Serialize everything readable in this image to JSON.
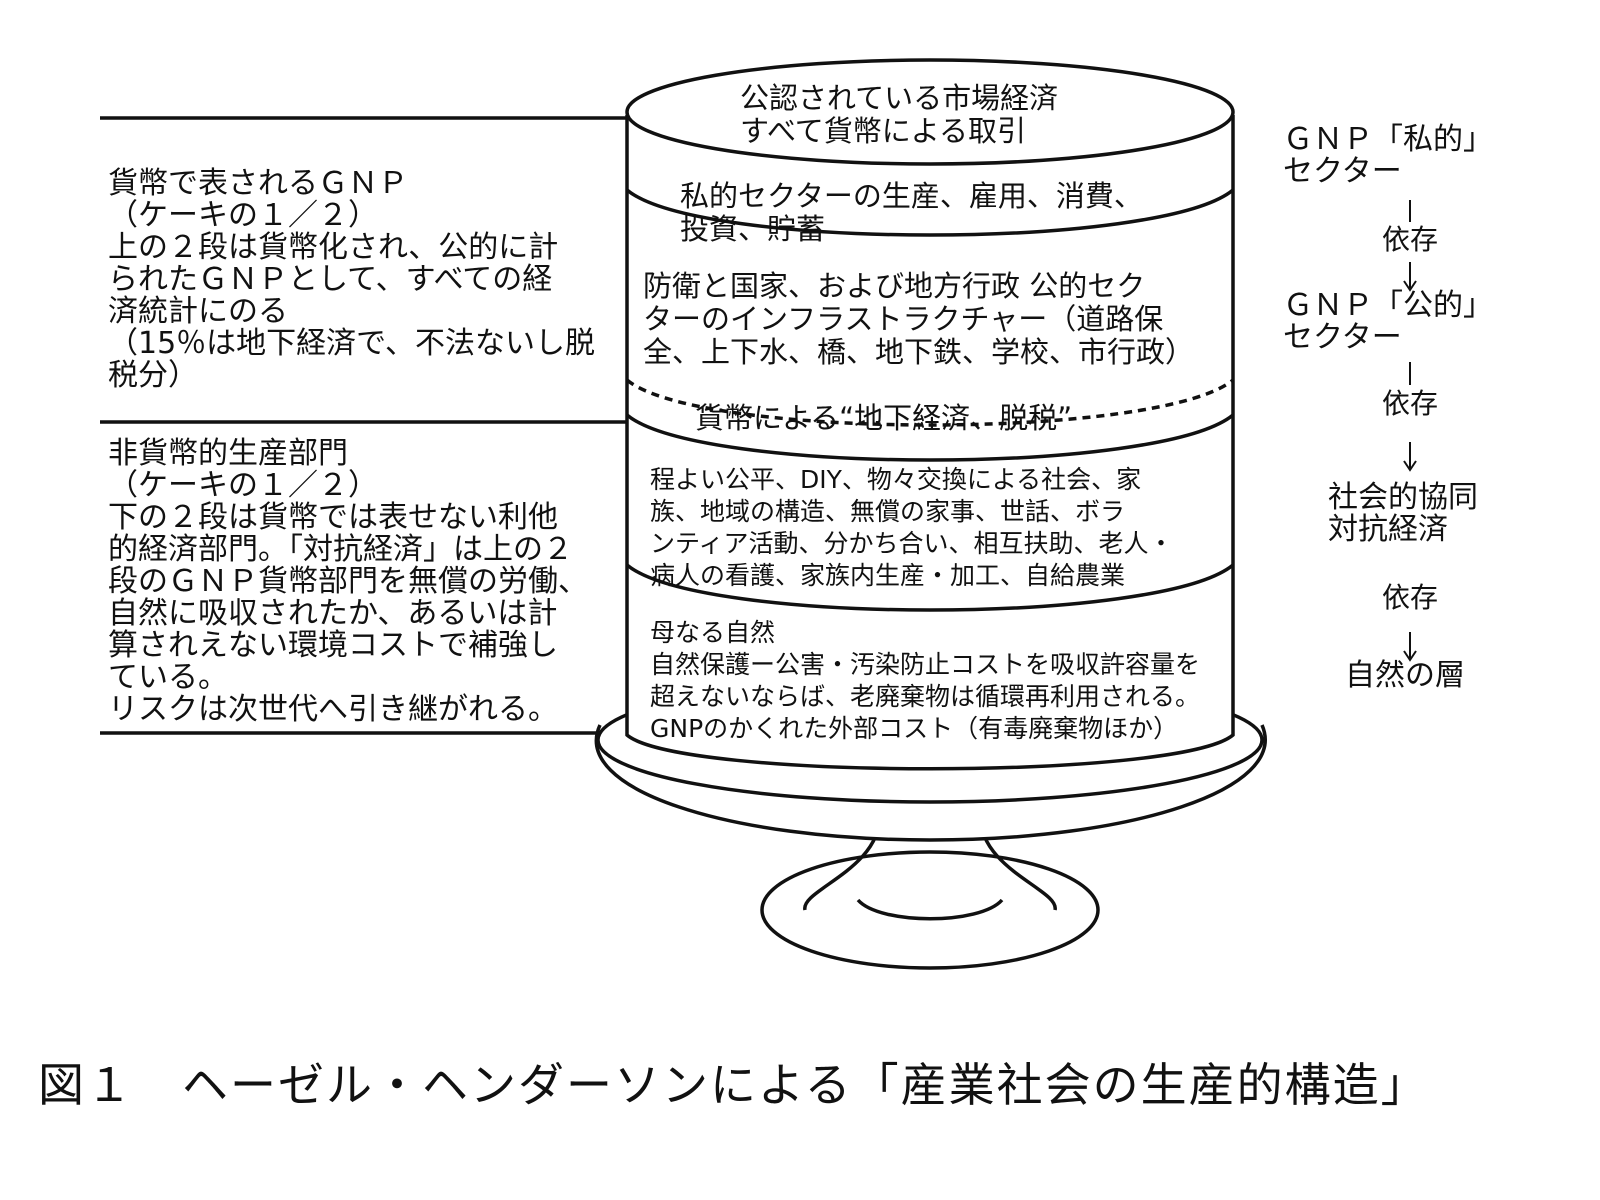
{
  "left_panel": {
    "upper": [
      "貨幣で表されるＧＮＰ",
      "（ケーキの１／２）",
      "上の２段は貨幣化され、公的に計",
      "られたＧＮＰとして、すべての経",
      "済統計にのる",
      "（15％は地下経済で、不法ないし脱",
      "税分）"
    ],
    "lower": [
      "非貨幣的生産部門",
      "（ケーキの１／２）",
      "下の２段は貨幣では表せない利他",
      "的経済部門。「対抗経済」は上の２",
      "段のＧＮＰ貨幣部門を無償の労働、",
      "自然に吸収されたか、あるいは計",
      "算されえない環境コストで補強し",
      "ている。",
      "リスクは次世代へ引き継がれる。"
    ]
  },
  "cake": {
    "top": [
      "公認されている市場経済",
      "すべて貨幣による取引"
    ],
    "private": [
      "私的セクターの生産、雇用、消費、",
      "投資、貯蓄"
    ],
    "public": [
      "防衛と国家、および地方行政 公的セク",
      "ターのインフラストラクチャー（道路保",
      "全、上下水、橋、地下鉄、学校、市行政）"
    ],
    "underground": "貨幣による“地下経済、脱税”",
    "social": [
      "程よい公平、DIY、物々交換による社会、家",
      "族、地域の構造、無償の家事、世話、ボラ",
      "ンティア活動、分かち合い、相互扶助、老人・",
      "病人の看護、家族内生産・加工、自給農業"
    ],
    "nature": [
      "母なる自然",
      "自然保護ー公害・汚染防止コストを吸収許容量を",
      "超えないならば、老廃棄物は循環再利用される。",
      "GNPのかくれた外部コスト（有毒廃棄物ほか）"
    ]
  },
  "right_chain": {
    "gnp_private": [
      "ＧＮＰ「私的」",
      "セクター"
    ],
    "dep1": "依存",
    "gnp_public": [
      "ＧＮＰ「公的」",
      "セクター"
    ],
    "dep2": "依存",
    "social": [
      "社会的協同",
      "対抗経済"
    ],
    "dep3": "依存",
    "nature": "自然の層"
  },
  "caption": "図１　ヘーゼル・ヘンダーソンによる「産業社会の生産的構造」"
}
